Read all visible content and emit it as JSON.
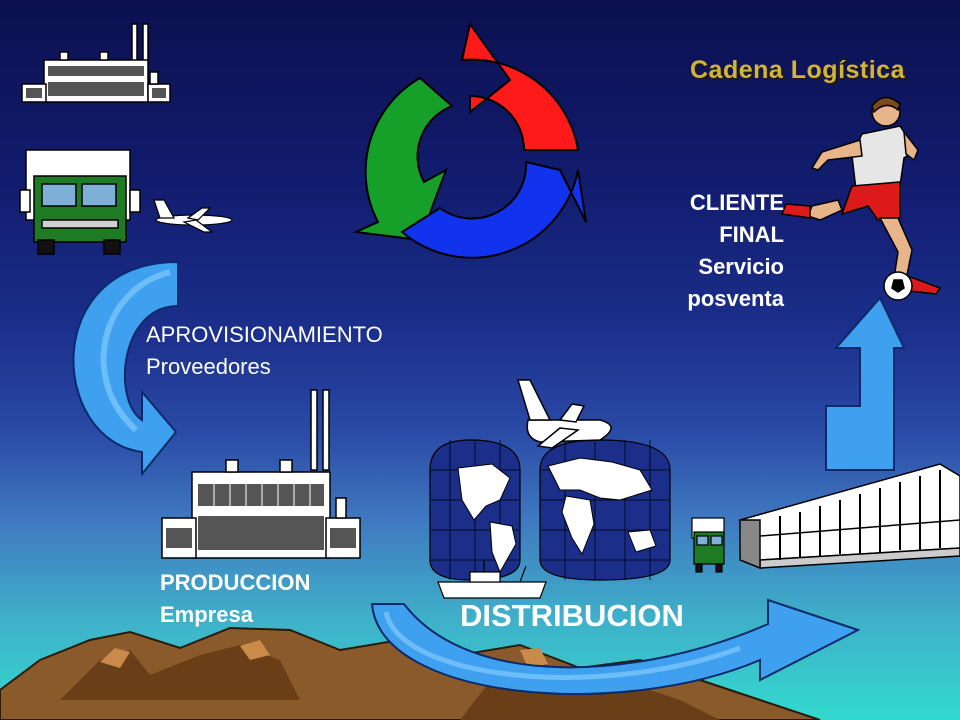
{
  "slide": {
    "title": "Cadena Logística",
    "aprovisionamiento": {
      "line1": "APROVISIONAMIENTO",
      "line2": "Proveedores"
    },
    "produccion": {
      "line1": "PRODUCCION",
      "line2": "Empresa"
    },
    "distribucion": "DISTRIBUCION",
    "cliente": {
      "line1": "CLIENTE",
      "line2": "FINAL",
      "line3": "Servicio",
      "line4": "posventa"
    }
  },
  "colors": {
    "title": "#d4b437",
    "cycle_red": "#ff1a1a",
    "cycle_green": "#16a02a",
    "cycle_blue": "#1133ee",
    "flow_arrow": "#3fa0f0",
    "mountains": "#8b5a2b"
  },
  "icons": [
    "factory-icon",
    "truck-icon",
    "airplane-icon",
    "world-map-icon",
    "ship-icon",
    "warehouse-icon",
    "soccer-player-icon",
    "cycle-arrows-icon"
  ]
}
